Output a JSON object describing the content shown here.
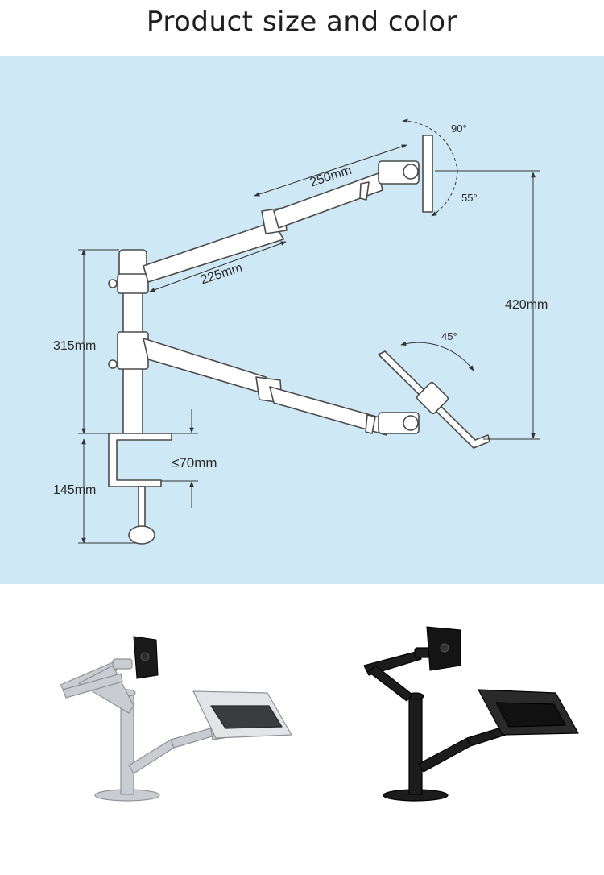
{
  "page": {
    "title": "Product size and color"
  },
  "diagram": {
    "background": "#cfe8f5",
    "stroke_color": "#4a4a4a",
    "dimensions": {
      "upper_arm_length": "250mm",
      "lower_arm_length": "225mm",
      "pole_height": "315mm",
      "arm_vertical_span": "420mm",
      "clamp_height": "145mm",
      "clamp_opening": "≤70mm",
      "monitor_tilt_up": "90°",
      "monitor_tilt_down": "55°",
      "laptop_tray_tilt": "45°"
    }
  },
  "photos": {
    "variants": [
      {
        "finish": "silver",
        "color": "#c9ccd0"
      },
      {
        "finish": "black",
        "color": "#1c1c1c"
      }
    ]
  }
}
